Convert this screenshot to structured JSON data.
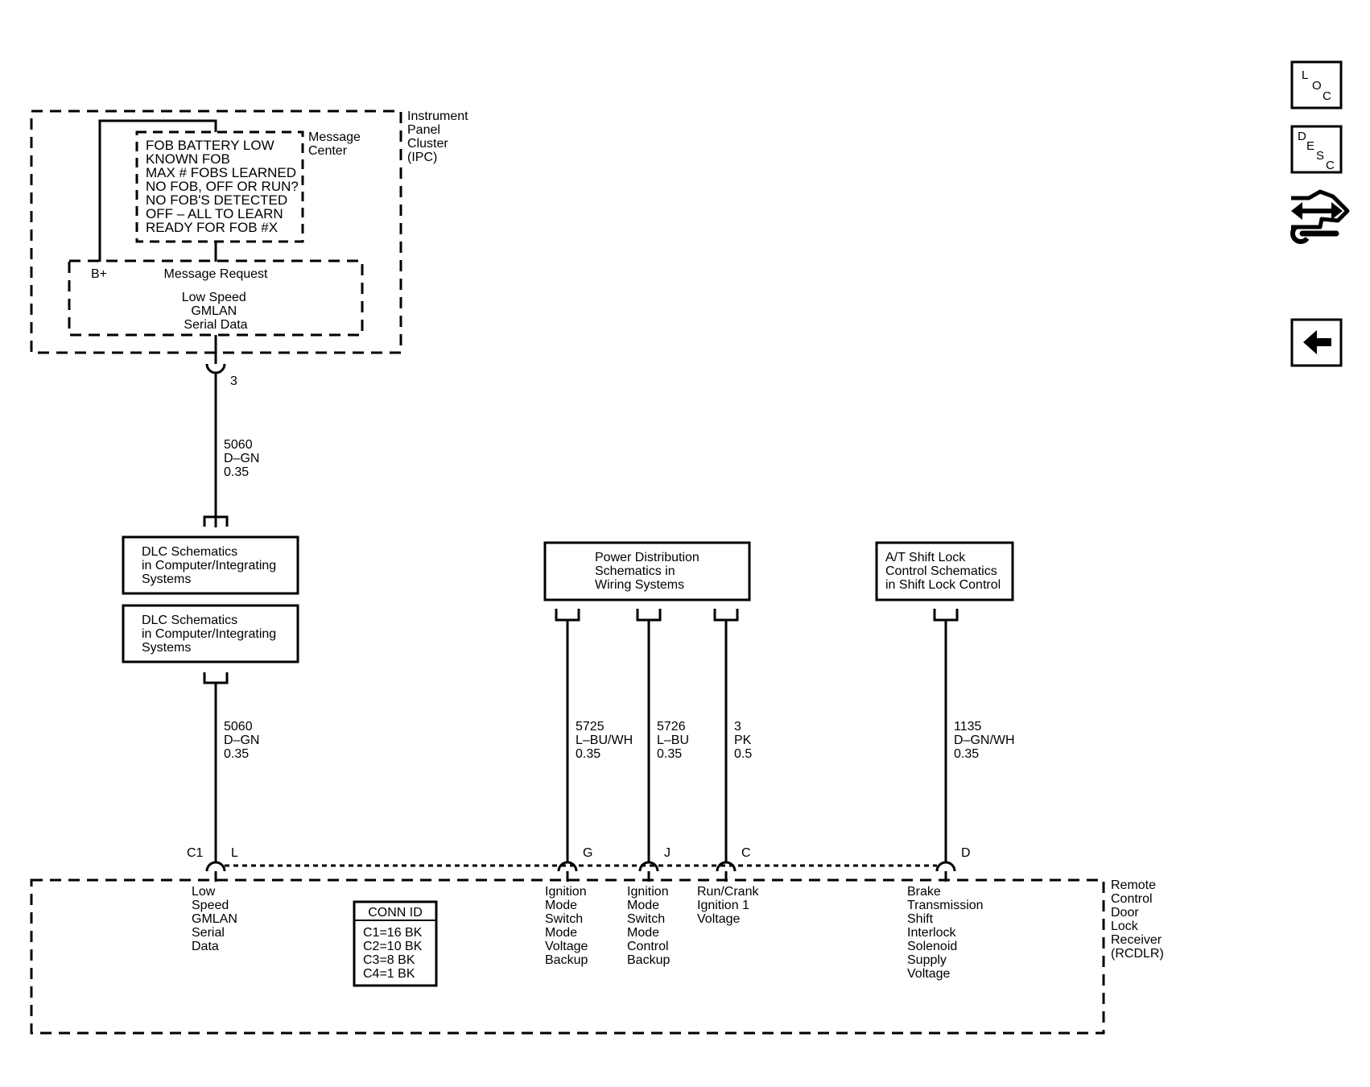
{
  "ipc": {
    "name_lines": [
      "Instrument",
      "Panel",
      "Cluster",
      "(IPC)"
    ],
    "message_center": {
      "label_lines": [
        "Message",
        "Center"
      ],
      "messages": [
        "FOB BATTERY LOW",
        "KNOWN FOB",
        "MAX # FOBS LEARNED",
        "NO FOB, OFF OR RUN?",
        "NO FOB'S DETECTED",
        "OFF – ALL TO LEARN",
        "READY FOR FOB #X"
      ]
    },
    "b_plus": "B+",
    "message_request": "Message Request",
    "serial_lines": [
      "Low Speed",
      "GMLAN",
      "Serial Data"
    ],
    "pin": "3"
  },
  "wires": {
    "top": [
      "5060",
      "D–GN",
      "0.35"
    ],
    "bottom": [
      "5060",
      "D–GN",
      "0.35"
    ],
    "w5725": [
      "5725",
      "L–BU/WH",
      "0.35"
    ],
    "w5726": [
      "5726",
      "L–BU",
      "0.35"
    ],
    "w3": [
      "3",
      "PK",
      "0.5"
    ],
    "w1135": [
      "1135",
      "D–GN/WH",
      "0.35"
    ]
  },
  "refs": {
    "dlc1": [
      "DLC Schematics",
      "in Computer/Integrating",
      "Systems"
    ],
    "dlc2": [
      "DLC Schematics",
      "in Computer/Integrating",
      "Systems"
    ],
    "power": [
      "Power Distribution",
      "Schematics in",
      "Wiring Systems"
    ],
    "shift": [
      "A/T Shift Lock",
      "Control Schematics",
      "in Shift Lock Control"
    ]
  },
  "rcdlr": {
    "name_lines": [
      "Remote",
      "Control",
      "Door",
      "Lock",
      "Receiver",
      "(RCDLR)"
    ],
    "connector": "C1",
    "pins": {
      "L": "L",
      "G": "G",
      "J": "J",
      "C": "C",
      "D": "D"
    },
    "circuits": {
      "L": [
        "Low",
        "Speed",
        "GMLAN",
        "Serial",
        "Data"
      ],
      "G": [
        "Ignition",
        "Mode",
        "Switch",
        "Mode",
        "Voltage",
        "Backup"
      ],
      "J": [
        "Ignition",
        "Mode",
        "Switch",
        "Mode",
        "Control",
        "Backup"
      ],
      "C": [
        "Run/Crank",
        "Ignition 1",
        "Voltage"
      ],
      "D": [
        "Brake",
        "Transmission",
        "Shift",
        "Interlock",
        "Solenoid",
        "Supply",
        "Voltage"
      ]
    },
    "conn_id": {
      "title": "CONN ID",
      "rows": [
        "C1=16 BK",
        "C2=10 BK",
        "C3=8 BK",
        "C4=1 BK"
      ]
    }
  },
  "nav": {
    "loc": {
      "l1": "L",
      "l2": "O",
      "l3": "C"
    },
    "desc": {
      "l1": "D",
      "l2": "E",
      "l3": "S",
      "l4": "C"
    }
  }
}
